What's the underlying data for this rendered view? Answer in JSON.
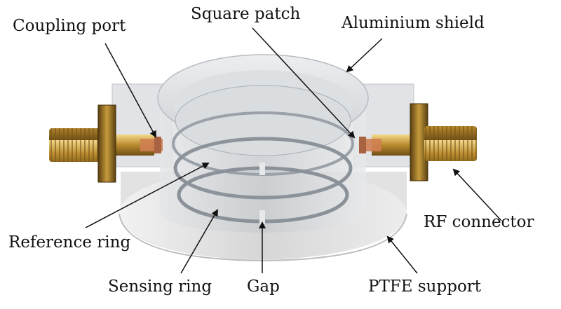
{
  "labels": {
    "coupling_port": "Coupling port",
    "square_patch": "Square patch",
    "aluminium_shield": "Aluminium shield",
    "rf_connector": "RF connector",
    "reference_ring": "Reference ring",
    "sensing_ring": "Sensing ring",
    "gap": "Gap",
    "ptfe_support": "PTFE support"
  },
  "colors": {
    "aluminium": "#d9dbde",
    "ptfe": "#e6e6e6",
    "brass": "#c9a44a",
    "copper": "#c8734a",
    "arrow": "#111111"
  }
}
